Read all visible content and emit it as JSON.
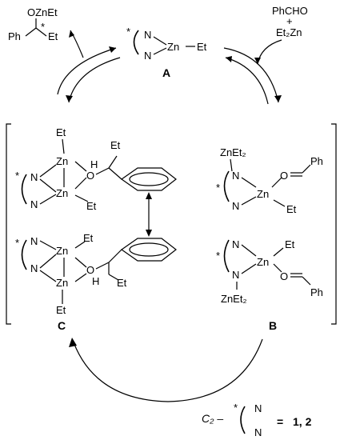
{
  "labels": {
    "top_product": "OZnEt",
    "ph": "Ph",
    "et": "Et",
    "star": "*",
    "reagent_aldehyde": "PhCHO",
    "reagent_plus": "+",
    "reagent_zn": "Et₂Zn",
    "n": "N",
    "zn": "Zn",
    "o": "O",
    "h": "H",
    "zn_et2": "ZnEt₂",
    "ligand_formula_prefix": "C₂ –",
    "ligand_numbers": "1, 2",
    "equals": "="
  },
  "complexes": {
    "A": "A",
    "B": "B",
    "C": "C"
  }
}
